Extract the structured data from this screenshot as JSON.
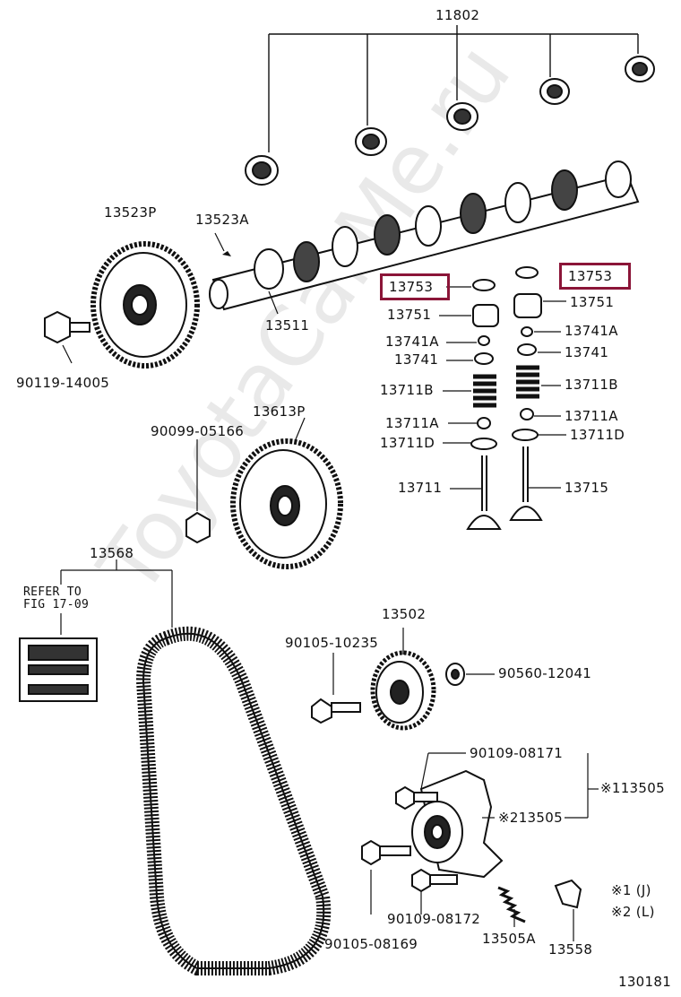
{
  "watermark": "ToyotaCarMe.ru",
  "labels": {
    "p11802": "11802",
    "p13523P": "13523P",
    "p13523A": "13523A",
    "p13511": "13511",
    "p90119": "90119-14005",
    "p13753_l": "13753",
    "p13753_r": "13753",
    "p13751_l": "13751",
    "p13751_r": "13751",
    "p13741A_l": "13741A",
    "p13741A_r": "13741A",
    "p13741_l": "13741",
    "p13741_r": "13741",
    "p13711B_l": "13711B",
    "p13711B_r": "13711B",
    "p13711A_l": "13711A",
    "p13711A_r": "13711A",
    "p13711D_l": "13711D",
    "p13711D_r": "13711D",
    "p13711": "13711",
    "p13715": "13715",
    "p90099": "90099-05166",
    "p13613P": "13613P",
    "p13568": "13568",
    "refer_line1": "REFER TO",
    "refer_line2": "FIG 17-09",
    "p13502": "13502",
    "p90105_10235": "90105-10235",
    "p90560": "90560-12041",
    "p90109_08171": "90109-08171",
    "p13505_1": "※113505",
    "p13505_2": "※213505",
    "p90109_08172": "90109-08172",
    "p90105_08169": "90105-08169",
    "p13505A": "13505A",
    "p13558": "13558",
    "note1": "※1 (J)",
    "note2": "※2 (L)",
    "diagram_id": "130181"
  },
  "highlight_color": "#8b1538"
}
